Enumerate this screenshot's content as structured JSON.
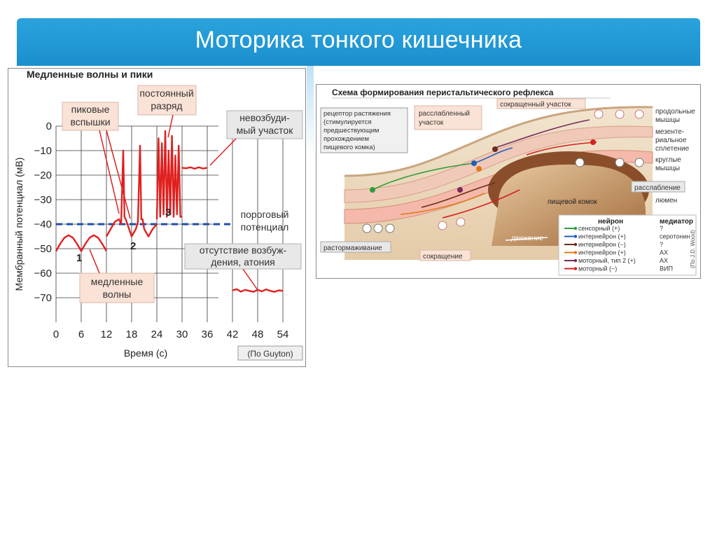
{
  "slide": {
    "title": "Моторика тонкого кишечника"
  },
  "left_figure": {
    "title": "Медленные волны и пики",
    "labels": {
      "spike_bursts_1": "пиковые",
      "spike_bursts_2": "вспышки",
      "constant_discharge_1": "постоянный",
      "constant_discharge_2": "разряд",
      "nonexcitable_1": "невозбуди-",
      "nonexcitable_2": "мый участок",
      "threshold_1": "пороговый",
      "threshold_2": "потенциал",
      "no_excitation_1": "отсутствие возбуж-",
      "no_excitation_2": "дения, атония",
      "slow_waves_1": "медленные",
      "slow_waves_2": "волны",
      "marker_1": "1",
      "marker_2": "2",
      "marker_3": "3"
    },
    "source": "(По Guyton)"
  },
  "chart_data": {
    "type": "line",
    "title": "Медленные волны и пики",
    "xlabel": "Время (с)",
    "ylabel": "Мембранный потенциал (мВ)",
    "x_ticks": [
      "0",
      "6",
      "12",
      "18",
      "24",
      "30",
      "36",
      "42",
      "48",
      "54"
    ],
    "y_ticks": [
      "0",
      "−10",
      "−20",
      "−30",
      "−40",
      "−50",
      "−60",
      "−70"
    ],
    "xlim": [
      0,
      54
    ],
    "ylim": [
      -80,
      0
    ],
    "grid": true,
    "threshold": -40,
    "series": [
      {
        "x": [
          0,
          1,
          2,
          3,
          4,
          5,
          6,
          7,
          8,
          9,
          10,
          11,
          12
        ],
        "y": [
          -51,
          -48,
          -45.5,
          -44.5,
          -45.5,
          -48,
          -51,
          -48,
          -45.5,
          -44.5,
          -45.5,
          -48,
          -51
        ]
      },
      {
        "x": [
          12,
          13,
          14,
          15,
          15.5,
          16,
          16.3,
          16.6,
          17,
          18,
          19,
          19.5,
          20,
          20.3,
          20.6,
          21,
          22,
          23,
          24
        ],
        "y": [
          -45,
          -42,
          -39,
          -38,
          -40,
          -10,
          -37,
          -38,
          -40,
          -45,
          -42,
          -39,
          -8,
          -38,
          -38,
          -42,
          -45,
          -42,
          -40
        ]
      },
      {
        "x": [
          24,
          24.4,
          24.8,
          25.2,
          25.6,
          26,
          26.4,
          26.8,
          27.2,
          27.6,
          28,
          28.4,
          28.8,
          29.2,
          29.6,
          30
        ],
        "y": [
          -38,
          -5,
          -37,
          -7,
          -36,
          -2,
          -37,
          -10,
          -36,
          -4,
          -37,
          -12,
          -36,
          -8,
          -37,
          -37
        ]
      },
      {
        "x": [
          30,
          31,
          32,
          33,
          34,
          35,
          36
        ],
        "y": [
          -17,
          -17.2,
          -16.8,
          -17.4,
          -16.8,
          -17.3,
          -17
        ]
      },
      {
        "x": [
          42,
          43,
          44,
          45,
          46,
          47,
          48,
          49,
          50,
          51,
          52,
          53,
          54
        ],
        "y": [
          -67,
          -66.5,
          -67.5,
          -66.8,
          -67.2,
          -67.6,
          -66.8,
          -67.4,
          -66.6,
          -67.2,
          -67.6,
          -67,
          -67.2
        ]
      }
    ]
  },
  "right_figure": {
    "title": "Схема формирования перистальтического рефлекса",
    "labels": {
      "receptor": [
        "рецептор растяжения",
        "(стимулируется",
        "предшествующим",
        "прохождением",
        "пищевого комка)"
      ],
      "relaxed": [
        "расслабленный",
        "участок"
      ],
      "contracted": "сокращенный участок",
      "longitudinal": [
        "продольные",
        "мышцы"
      ],
      "plexus": [
        "мезенте-",
        "риальное",
        "сплетение"
      ],
      "circular": [
        "круглые",
        "мышцы"
      ],
      "relaxation": "расслабление",
      "food_bolus": "пищевой комок",
      "lumen": "люмен",
      "movement": "движение",
      "disinhibition": "растормаживание",
      "contraction": "сокращение",
      "source": "(По J.D. Wood)"
    },
    "legend": {
      "header_neuron": "нейрон",
      "header_mediator": "медиатор",
      "rows": [
        {
          "neuron": "сенсорный (+)",
          "mediator": "?",
          "color": "#2e9e3a"
        },
        {
          "neuron": "интернейрон (+)",
          "mediator": "серотонин",
          "color": "#1f5fb5"
        },
        {
          "neuron": "интернейрон (−)",
          "mediator": "?",
          "color": "#6b2e1a"
        },
        {
          "neuron": "интернейрон (+)",
          "mediator": "АХ",
          "color": "#e07a1a"
        },
        {
          "neuron": "моторный, тип 2 (+)",
          "mediator": "АХ",
          "color": "#7a2a5a"
        },
        {
          "neuron": "моторный (−)",
          "mediator": "ВИП",
          "color": "#d62020"
        }
      ]
    }
  },
  "colors": {
    "banner": "#1b8fcd",
    "curve": "#e02020",
    "threshold": "#1f4fa8",
    "label_box": "#fbe2d6"
  }
}
